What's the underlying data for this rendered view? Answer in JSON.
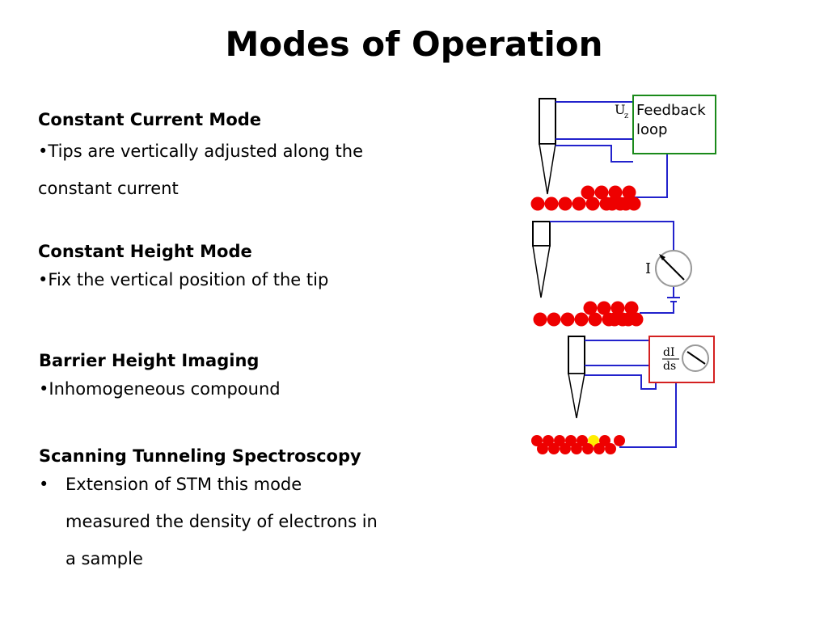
{
  "title": "Modes of Operation",
  "sections": [
    {
      "heading": "Constant Current Mode",
      "lines": [
        "•Tips are vertically adjusted along the",
        "constant current"
      ]
    },
    {
      "heading": "Constant Height Mode",
      "lines": [
        "•Fix the vertical position of the tip"
      ]
    },
    {
      "heading": "Barrier Height Imaging",
      "lines": [
        "•Inhomogeneous compound"
      ]
    },
    {
      "heading": "Scanning Tunneling Spectroscopy",
      "bullet": "•",
      "lines": [
        "Extension of STM this mode",
        "measured the density of electrons in",
        "a sample"
      ]
    }
  ],
  "diagram": {
    "d1": {
      "voltage_label": "U",
      "voltage_sub": "z",
      "box_line1": "Feedback",
      "box_line2": "loop",
      "box_color": "#1a8a1a"
    },
    "d2": {
      "current_label": "I"
    },
    "d3": {
      "deriv_num": "dI",
      "deriv_den": "ds",
      "box_color": "#d42020"
    },
    "colors": {
      "wire": "#2222cc",
      "atom": "#ee0000",
      "atom_highlight": "#ffee00"
    }
  }
}
